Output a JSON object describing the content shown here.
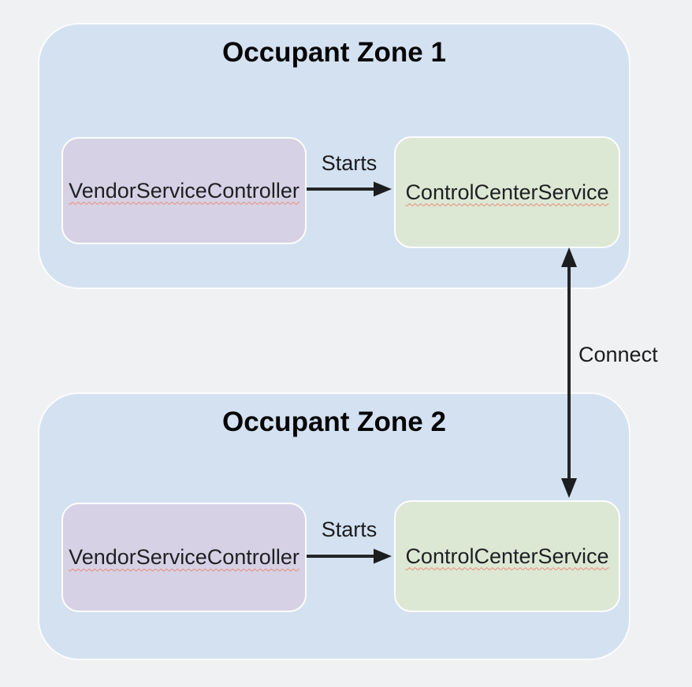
{
  "diagram": {
    "zones": [
      {
        "title": "Occupant Zone 1",
        "nodes": [
          {
            "label": "VendorServiceController",
            "color": "#d6d1e4"
          },
          {
            "label": "ControlCenterService",
            "color": "#dce8d4"
          }
        ]
      },
      {
        "title": "Occupant Zone 2",
        "nodes": [
          {
            "label": "VendorServiceController",
            "color": "#d6d1e4"
          },
          {
            "label": "ControlCenterService",
            "color": "#dce8d4"
          }
        ]
      }
    ],
    "edges": [
      {
        "label": "Starts",
        "from": "VendorServiceController",
        "to": "ControlCenterService",
        "zone": "Occupant Zone 1",
        "direction": "single"
      },
      {
        "label": "Starts",
        "from": "VendorServiceController",
        "to": "ControlCenterService",
        "zone": "Occupant Zone 2",
        "direction": "single"
      },
      {
        "label": "Connect",
        "from": "ControlCenterService (Occupant Zone 1)",
        "to": "ControlCenterService (Occupant Zone 2)",
        "direction": "bidirectional"
      }
    ],
    "colors": {
      "page_background": "#f0f1f3",
      "zone_background": "#d4e1f0",
      "vendor_node_background": "#d6d1e4",
      "control_node_background": "#dce8d4",
      "arrow": "#242526",
      "node_text": "#1e2023",
      "title_text": "#050506",
      "spellcheck_underline": "#e98b78"
    }
  }
}
